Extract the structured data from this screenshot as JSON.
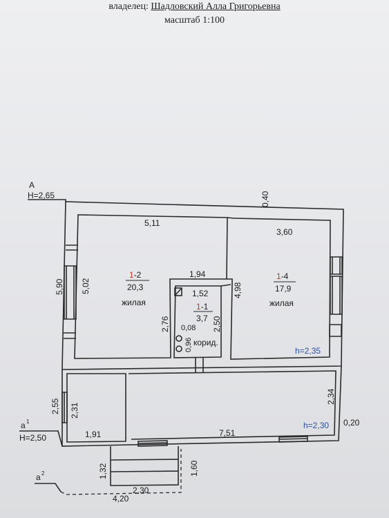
{
  "header": {
    "owner_label": "владелец:",
    "owner_name": "Шадловский Алла Григорьевна",
    "scale": "масштаб 1:100"
  },
  "marks": {
    "a_label": "А",
    "a_height": "Н=2,65",
    "a1_label": "а",
    "a1_sup": "1",
    "a1_height": "Н=2,50",
    "a2_label": "а",
    "a2_sup": "2"
  },
  "rooms": {
    "r12": {
      "num_red": "1",
      "num_rest": "-2",
      "area": "20,3",
      "type": "жилая"
    },
    "r14": {
      "num_red": "1",
      "num_rest": "-4",
      "area": "17,9",
      "type": "жилая"
    },
    "r11": {
      "num_red": "1",
      "num_rest": "-1",
      "area": "3,7",
      "type": "корид."
    }
  },
  "heights": {
    "h_main": "h=2,35",
    "h_ext": "h=2,30"
  },
  "dims": {
    "d_040": "0,40",
    "d_511": "5,11",
    "d_360": "3,60",
    "d_590": "5,90",
    "d_502": "5,02",
    "d_194": "1,94",
    "d_152": "1,52",
    "d_498": "4,98",
    "d_276": "2,76",
    "d_008": "0,08",
    "d_250": "2,50",
    "d_096": "0,96",
    "d_255": "2,55",
    "d_231": "2,31",
    "d_191": "1,91",
    "d_751": "7,51",
    "d_234": "2,34",
    "d_020": "0,20",
    "d_132": "1,32",
    "d_160": "1,60",
    "d_230": "2,30",
    "d_420": "4,20"
  }
}
